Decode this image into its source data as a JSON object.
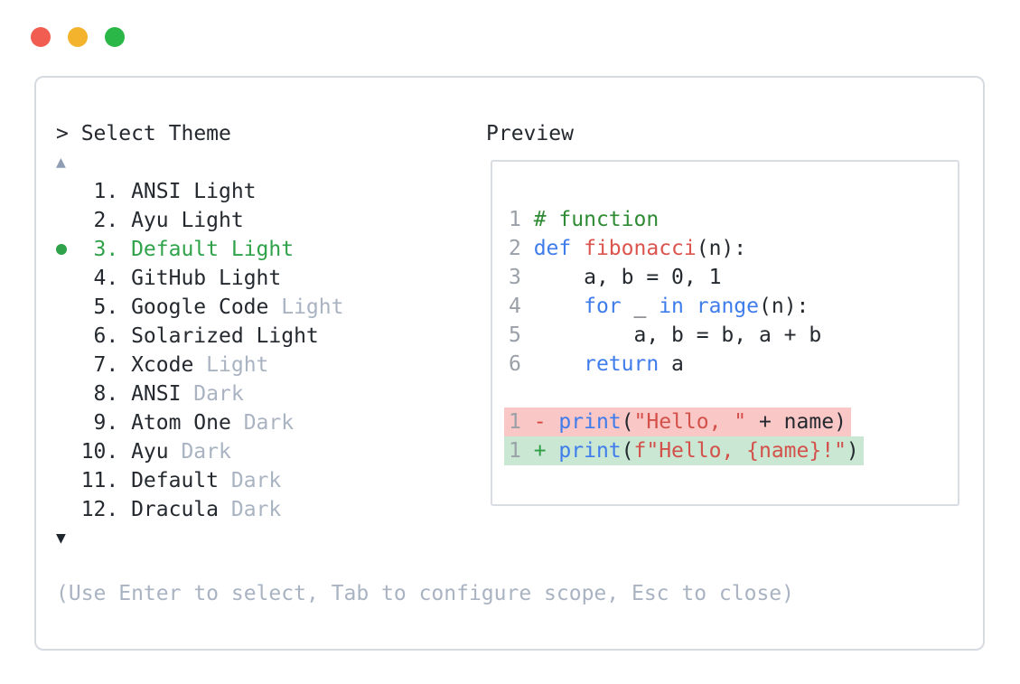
{
  "window": {
    "traffic_lights": [
      {
        "name": "close",
        "color": "#f15e51"
      },
      {
        "name": "minimize",
        "color": "#f3b32c"
      },
      {
        "name": "zoom",
        "color": "#2ab748"
      }
    ]
  },
  "picker": {
    "prompt": "> Select Theme",
    "scroll_up": "▲",
    "scroll_down": "▼",
    "items": [
      {
        "num": "1.",
        "name": "ANSI",
        "variant": "Light",
        "variant_dim": false,
        "selected": false
      },
      {
        "num": "2.",
        "name": "Ayu",
        "variant": "Light",
        "variant_dim": false,
        "selected": false
      },
      {
        "num": "3.",
        "name": "Default",
        "variant": "Light",
        "variant_dim": false,
        "selected": true
      },
      {
        "num": "4.",
        "name": "GitHub",
        "variant": "Light",
        "variant_dim": false,
        "selected": false
      },
      {
        "num": "5.",
        "name": "Google Code",
        "variant": "Light",
        "variant_dim": true,
        "selected": false
      },
      {
        "num": "6.",
        "name": "Solarized",
        "variant": "Light",
        "variant_dim": false,
        "selected": false
      },
      {
        "num": "7.",
        "name": "Xcode",
        "variant": "Light",
        "variant_dim": true,
        "selected": false
      },
      {
        "num": "8.",
        "name": "ANSI",
        "variant": "Dark",
        "variant_dim": true,
        "selected": false
      },
      {
        "num": "9.",
        "name": "Atom One",
        "variant": "Dark",
        "variant_dim": true,
        "selected": false
      },
      {
        "num": "10.",
        "name": "Ayu",
        "variant": "Dark",
        "variant_dim": true,
        "selected": false
      },
      {
        "num": "11.",
        "name": "Default",
        "variant": "Dark",
        "variant_dim": true,
        "selected": false
      },
      {
        "num": "12.",
        "name": "Dracula",
        "variant": "Dark",
        "variant_dim": true,
        "selected": false
      }
    ],
    "hint": "(Use Enter to select, Tab to configure scope, Esc to close)"
  },
  "preview": {
    "label": "Preview",
    "code_lines": [
      {
        "num": "1",
        "segments": [
          {
            "t": "# function",
            "c": "comment"
          }
        ]
      },
      {
        "num": "2",
        "segments": [
          {
            "t": "def",
            "c": "kw"
          },
          {
            "t": " ",
            "c": "plain"
          },
          {
            "t": "fibonacci",
            "c": "fn"
          },
          {
            "t": "(n):",
            "c": "plain"
          }
        ]
      },
      {
        "num": "3",
        "segments": [
          {
            "t": "    a, b = 0, 1",
            "c": "plain"
          }
        ]
      },
      {
        "num": "4",
        "segments": [
          {
            "t": "    ",
            "c": "plain"
          },
          {
            "t": "for",
            "c": "kw"
          },
          {
            "t": " _ ",
            "c": "plain"
          },
          {
            "t": "in",
            "c": "kw"
          },
          {
            "t": " ",
            "c": "plain"
          },
          {
            "t": "range",
            "c": "kw"
          },
          {
            "t": "(n):",
            "c": "plain"
          }
        ]
      },
      {
        "num": "5",
        "segments": [
          {
            "t": "        a, b = b, a + b",
            "c": "plain"
          }
        ]
      },
      {
        "num": "6",
        "segments": [
          {
            "t": "    ",
            "c": "plain"
          },
          {
            "t": "return",
            "c": "kw"
          },
          {
            "t": " a",
            "c": "plain"
          }
        ]
      }
    ],
    "diff_lines": [
      {
        "num": "1",
        "sign": "-",
        "type": "removed",
        "segments": [
          {
            "t": "print",
            "c": "kw"
          },
          {
            "t": "(",
            "c": "plain"
          },
          {
            "t": "\"Hello, \"",
            "c": "str"
          },
          {
            "t": " + name)",
            "c": "plain"
          }
        ]
      },
      {
        "num": "1",
        "sign": "+",
        "type": "added",
        "segments": [
          {
            "t": "print",
            "c": "kw"
          },
          {
            "t": "(",
            "c": "plain"
          },
          {
            "t": "f\"Hello, {name}!\"",
            "c": "str"
          },
          {
            "t": ")",
            "c": "plain"
          }
        ]
      }
    ]
  },
  "colors": {
    "accent-green": "#2fa24a",
    "dim": "#a9b3c2",
    "kw": "#3f7ceb",
    "fn": "#dc544e",
    "str": "#d4504a",
    "comment": "#2e8b33",
    "minus": "#d64540",
    "plus": "#2f9e44",
    "removed-bg": "#f9c7c6",
    "added-bg": "#c9e7d3",
    "panel-border": "#d6dae1",
    "box-border": "#d8dce3",
    "gutter": "#9aa0a8",
    "tl-red": "#f15e51",
    "tl-yellow": "#f3b32c",
    "tl-green": "#2ab748"
  }
}
